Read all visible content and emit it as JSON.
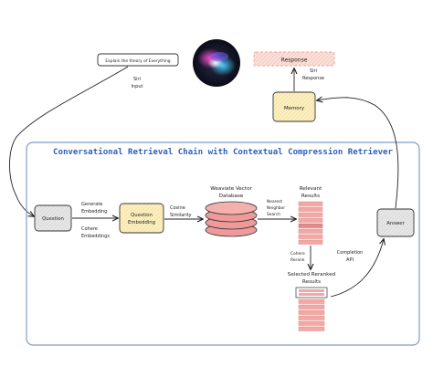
{
  "query_box": {
    "text": "Explain the theory of Everything"
  },
  "siri_input": {
    "line1": "Siri",
    "line2": "Input"
  },
  "response_box": {
    "text": "Response"
  },
  "siri_response": {
    "line1": "Siri",
    "line2": "Response"
  },
  "memory_box": {
    "text": "Memory"
  },
  "chain_title": {
    "text": "Conversational Retrieval Chain with Contextual Compression Retriever"
  },
  "question_box": {
    "text": "Question"
  },
  "generate_embedding": {
    "line1": "Generate",
    "line2": "Embedding"
  },
  "cohere_embeddings": {
    "line1": "Cohere",
    "line2": "Embeddings"
  },
  "question_embedding_box": {
    "line1": "Question",
    "line2": "Embedding"
  },
  "cosine_similarity": {
    "line1": "Cosine",
    "line2": "Similarity"
  },
  "weaviate_db": {
    "line1": "Weaviate Vector",
    "line2": "Database"
  },
  "nearest_neighbor": {
    "line1": "Nearest",
    "line2": "Neighbor",
    "line3": "Search"
  },
  "relevant_results": {
    "line1": "Relevant",
    "line2": "Results"
  },
  "cohere_rerank": {
    "line1": "Cohere",
    "line2": "Rerank"
  },
  "selected_reranked": {
    "line1": "Selected Reranked",
    "line2": "Results"
  },
  "completion_api": {
    "line1": "Completion",
    "line2": "API"
  },
  "answer_box": {
    "text": "Answer"
  },
  "colors": {
    "chain_border": "#7f9ccc",
    "title_blue": "#2e5fb8",
    "yellow_box": "#f9eab3",
    "gray_box": "#dedede",
    "pink_stack": "#ef9a9a",
    "response_fill": "#f8d6cc"
  },
  "icons": {
    "siri": "siri-orb-icon"
  }
}
